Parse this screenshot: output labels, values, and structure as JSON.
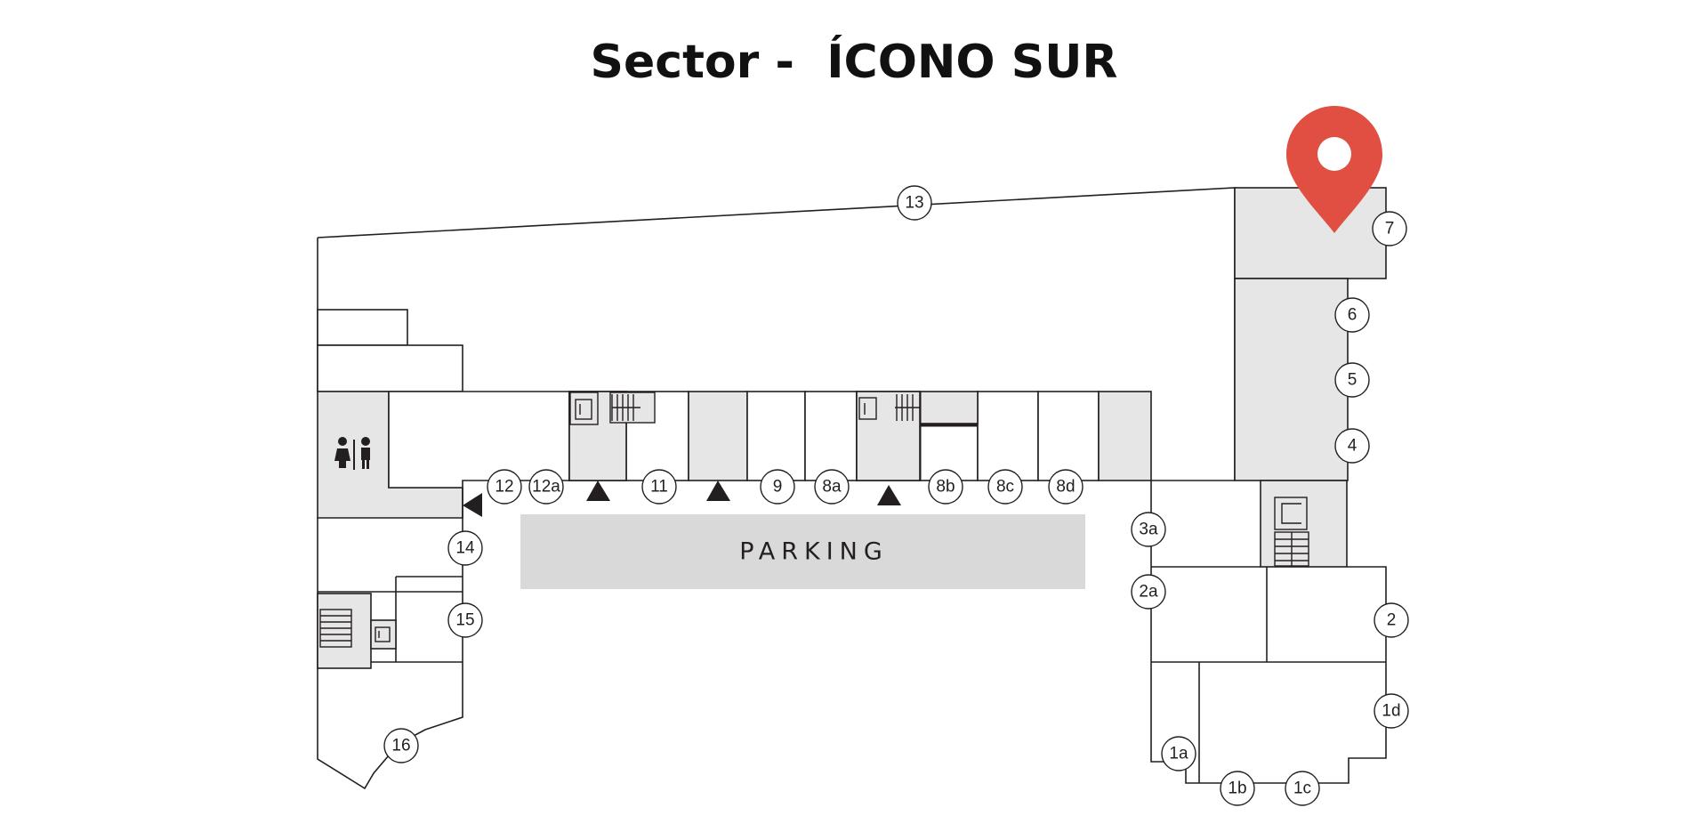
{
  "title": "Sector -  ÍCONO SUR",
  "parking_label": "PARKING",
  "colors": {
    "pin": "#e04f42",
    "shaded_room": "#e6e6e6",
    "parking_area": "#d9d9d9",
    "walls": "#231f20"
  },
  "icons": [
    "location-pin-icon",
    "restroom-icon",
    "elevator-icon",
    "stairs-icon",
    "entrance-arrow-icon"
  ],
  "units": [
    "13",
    "7",
    "6",
    "5",
    "4",
    "12",
    "12a",
    "11",
    "9",
    "8a",
    "8b",
    "8c",
    "8d",
    "3a",
    "2a",
    "2",
    "1d",
    "1a",
    "1b",
    "1c",
    "14",
    "15",
    "16"
  ]
}
